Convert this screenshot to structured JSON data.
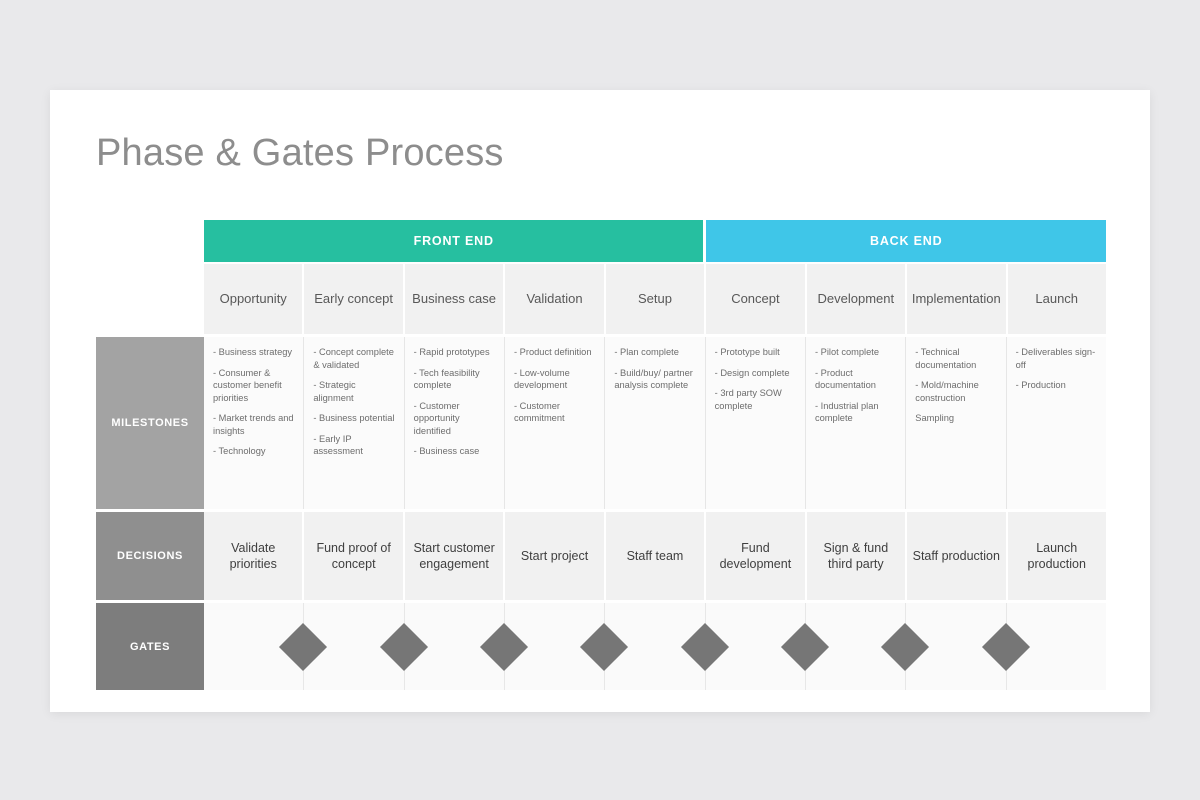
{
  "title": "Phase & Gates Process",
  "colors": {
    "front_end_band": "#26bfa0",
    "back_end_band": "#3fc6e8",
    "label_milestones": "#a3a3a3",
    "label_decisions": "#8f8f8f",
    "label_gates": "#7d7d7d",
    "gate_diamond": "#767676",
    "title_text": "#8d8d8d",
    "page_background": "#e9e9eb",
    "card_background": "#ffffff"
  },
  "bands": [
    {
      "label": "FRONT END",
      "span": 5
    },
    {
      "label": "BACK END",
      "span": 4
    }
  ],
  "row_labels": {
    "milestones": "MILESTONES",
    "decisions": "DECISIONS",
    "gates": "GATES"
  },
  "phases": [
    "Opportunity",
    "Early concept",
    "Business case",
    "Validation",
    "Setup",
    "Concept",
    "Development",
    "Implementation",
    "Launch"
  ],
  "milestones": [
    [
      "- Business strategy",
      "- Consumer & customer benefit priorities",
      "- Market trends and insights",
      "- Technology"
    ],
    [
      "- Concept complete & validated",
      "- Strategic alignment",
      "- Business potential",
      "- Early IP assessment"
    ],
    [
      "- Rapid prototypes",
      "- Tech feasibility complete",
      "- Customer opportunity identified",
      "- Business case"
    ],
    [
      "- Product definition",
      "- Low-volume development",
      "- Customer commitment"
    ],
    [
      "- Plan complete",
      "- Build/buy/ partner analysis complete"
    ],
    [
      "- Prototype built",
      "- Design complete",
      "- 3rd party SOW complete"
    ],
    [
      "- Pilot complete",
      "- Product documentation",
      "- Industrial plan complete"
    ],
    [
      "- Technical documentation",
      "- Mold/machine construction",
      "Sampling"
    ],
    [
      "- Deliverables sign-off",
      "- Production"
    ]
  ],
  "decisions": [
    "Validate priorities",
    "Fund proof of concept",
    "Start customer engagement",
    "Start project",
    "Staff team",
    "Fund development",
    "Sign & fund third party",
    "Staff production",
    "Launch production"
  ],
  "gates": {
    "count": 8,
    "shape": "diamond"
  }
}
